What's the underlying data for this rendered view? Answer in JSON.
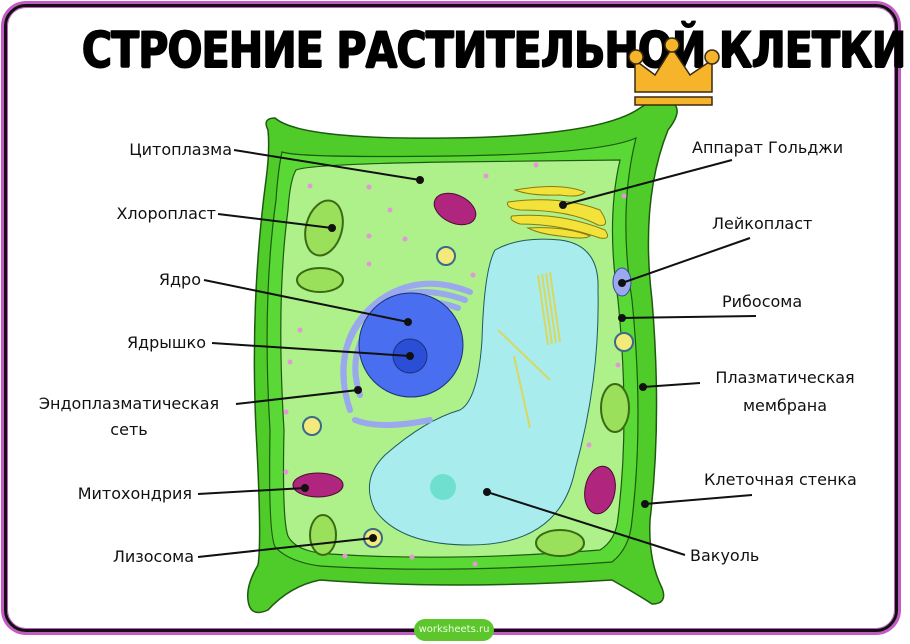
{
  "title": "СТРОЕНИЕ РАСТИТЕЛЬНОЙ КЛЕТКИ",
  "labels_left": [
    {
      "id": "cytoplasm",
      "text": "Цитоплазма"
    },
    {
      "id": "chloroplast",
      "text": "Хлоропласт"
    },
    {
      "id": "nucleus",
      "text": "Ядро"
    },
    {
      "id": "nucleolus",
      "text": "Ядрышко"
    },
    {
      "id": "er_line1",
      "text": "Эндоплазматическая"
    },
    {
      "id": "er_line2",
      "text": "сеть"
    },
    {
      "id": "mitochondria",
      "text": "Митохондрия"
    },
    {
      "id": "lysosome",
      "text": "Лизосома"
    }
  ],
  "labels_right": [
    {
      "id": "golgi",
      "text": "Аппарат Гольджи"
    },
    {
      "id": "leucoplast",
      "text": "Лейкопласт"
    },
    {
      "id": "ribosome",
      "text": "Рибосома"
    },
    {
      "id": "membrane_line1",
      "text": "Плазматическая"
    },
    {
      "id": "membrane_line2",
      "text": "мембрана"
    },
    {
      "id": "cell_wall",
      "text": "Клеточная стенка"
    },
    {
      "id": "vacuole",
      "text": "Вакуоль"
    }
  ],
  "watermark": "worksheets.ru",
  "colors": {
    "frame_border": "#111111",
    "frame_accent": "#c45bc4",
    "cell_wall": "#4fcc2a",
    "cell_wall_dark": "#3aa81f",
    "cytoplasm": "#aef08a",
    "vacuole": "#a9ecee",
    "nucleus": "#4a6ef0",
    "nucleolus": "#2a4fd6",
    "er": "#9aa8ee",
    "golgi": "#f2e23a",
    "mitochondria": "#b0267e",
    "crown": "#f6b42a",
    "ribosome": "#e596d8"
  }
}
